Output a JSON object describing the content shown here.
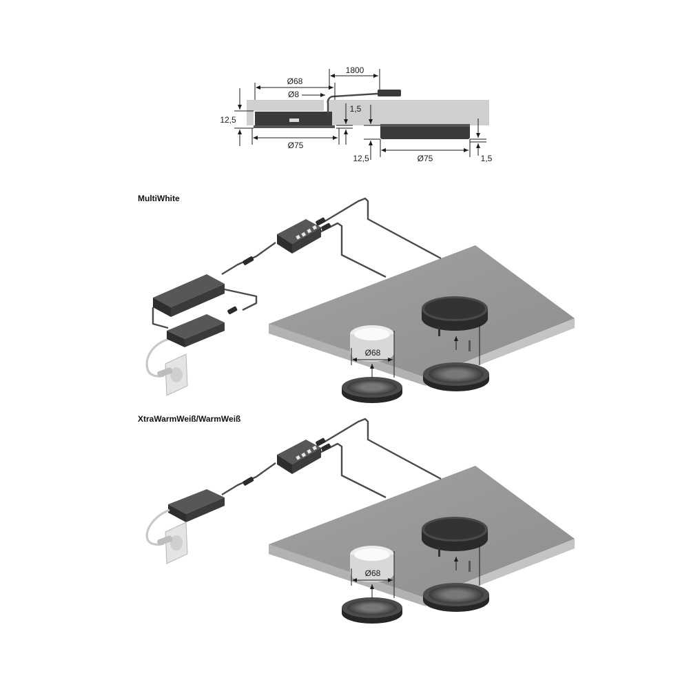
{
  "technical_drawing": {
    "cable_length": "1800",
    "cutout_diameter": "Ø68",
    "cable_diameter": "Ø8",
    "height_left": "12,5",
    "offset_left": "1,5",
    "diameter_left": "Ø75",
    "height_right": "12,5",
    "diameter_right": "Ø75",
    "offset_right": "1,5"
  },
  "sections": [
    {
      "heading": "MultiWhite",
      "cutout_label": "Ø68"
    },
    {
      "heading": "XtraWarmWeiß/WarmWeiß",
      "cutout_label": "Ø68"
    }
  ],
  "colors": {
    "board": "#9c9c9c",
    "board_edge": "#b8b8b8",
    "device": "#3c3c3c",
    "device_top": "#555555",
    "cable": "#4a4a4a",
    "plug_cable": "#c8c8c8"
  }
}
